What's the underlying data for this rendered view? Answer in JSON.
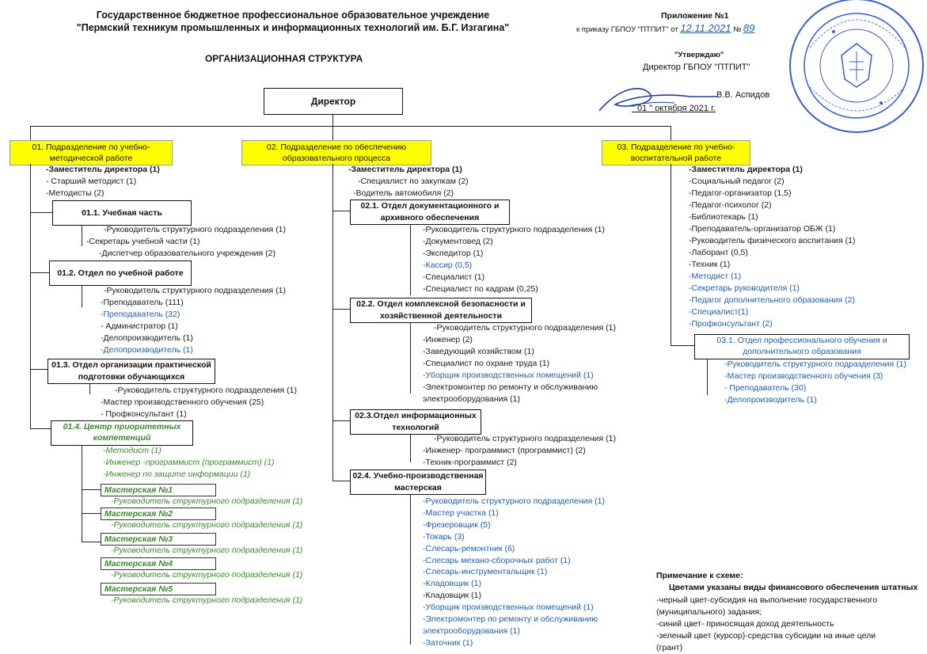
{
  "header": {
    "org_line1": "Государственное бюджетное профессиональное образовательное учреждение",
    "org_line2": "\"Пермский техникум промышленных и информационных технологий им. Б.Г. Изгагина\"",
    "title": "ОРГАНИЗАЦИОННАЯ СТРУКТУРА"
  },
  "annex": {
    "title": "Приложение №1",
    "order_prefix": "к приказу ГБПОУ \"ПТПИТ\" от",
    "order_date": "12.11.2021",
    "order_no_prefix": "№",
    "order_no": "89",
    "approve": "\"Утверждаю\"",
    "director_line": "Директор ГБПОУ \"ПТПИТ\"",
    "director_name": "В.В. Аспидов",
    "date_line": "\"     01     \" октября   2021 г."
  },
  "director": "Директор",
  "div1": {
    "title": "01. Подразделение по учебно-методической работе",
    "staff": [
      {
        "text": "-Заместитель директора (1)",
        "c": "black bold"
      },
      {
        "text": "- Старший методист (1)",
        "c": "black"
      },
      {
        "text": "-Методисты (2)",
        "c": "black"
      }
    ],
    "s11": {
      "title": "01.1. Учебная часть",
      "staff": [
        {
          "text": "-Руководитель структурного подразделения (1)",
          "c": "black"
        },
        {
          "text": "-Секретарь учебной части (1)",
          "c": "black"
        },
        {
          "text": "-Диспетчер образовательного учреждения (2)",
          "c": "black"
        }
      ]
    },
    "s12": {
      "title": "01.2. Отдел по учебной работе",
      "staff": [
        {
          "text": "-Руководитель структурного подразделения (1)",
          "c": "black"
        },
        {
          "text": "-Преподаватель (111)",
          "c": "black"
        },
        {
          "text": "-Преподаватель (32)",
          "c": "blue"
        },
        {
          "text": "- Администратор (1)",
          "c": "black"
        },
        {
          "text": "-Делопроизводитель (1)",
          "c": "black"
        },
        {
          "text": "-Делопроизводитель (1)",
          "c": "blue"
        }
      ]
    },
    "s13": {
      "title": "01.3. Отдел организации практической подготовки обучающихся",
      "staff": [
        {
          "text": "-Руководитель структурного подразделения (1)",
          "c": "black"
        },
        {
          "text": "-Мастер производственного обучения (25)",
          "c": "black"
        },
        {
          "text": "- Профконсультант (1)",
          "c": "black"
        }
      ]
    },
    "s14": {
      "title": "01.4. Центр приоритетных компетенций",
      "staff": [
        {
          "text": "-Методист (1)",
          "c": "green"
        },
        {
          "text": "-Инженер -программист (программист) (1)",
          "c": "green"
        },
        {
          "text": "-Инженер по защите информации (1)",
          "c": "green"
        }
      ],
      "workshops": [
        {
          "title": "Мастерская №1",
          "head": "-Руководитель структурного подразделения (1)"
        },
        {
          "title": "Мастерская №2",
          "head": "-Руководитель структурного подразделения (1)"
        },
        {
          "title": "Мастерская №3",
          "head": "-Руководитель структурного подразделения (1)"
        },
        {
          "title": "Мастерская №4",
          "head": "-Руководитель структурного подразделения (1)"
        },
        {
          "title": "Мастерская №5",
          "head": "-Руководитель структурного подразделения (1)"
        }
      ]
    }
  },
  "div2": {
    "title": "02. Подразделение по обеспечению образовательного процесса",
    "staff": [
      {
        "text": "-Заместитель директора (1)",
        "c": "black bold"
      },
      {
        "text": "-Специалист по закупкам (2)",
        "c": "black"
      },
      {
        "text": "-Водитель автомобиля (2)",
        "c": "black"
      }
    ],
    "s21": {
      "title": "02.1. Отдел документационного и архивного обеспечения",
      "staff": [
        {
          "text": "-Руководитель структурного подразделения (1)",
          "c": "black"
        },
        {
          "text": "-Документовед (2)",
          "c": "black"
        },
        {
          "text": "-Экспедитор (1)",
          "c": "black"
        },
        {
          "text": "-Кассир (0,5)",
          "c": "blue"
        },
        {
          "text": "-Специалист (1)",
          "c": "black"
        },
        {
          "text": "-Специалист по кадрам (0,25)",
          "c": "black"
        }
      ]
    },
    "s22": {
      "title": "02.2. Отдел комплексной безопасности и хозяйственной деятельности",
      "staff": [
        {
          "text": "-Руководитель структурного подразделения (1)",
          "c": "black"
        },
        {
          "text": "-Инженер (2)",
          "c": "black"
        },
        {
          "text": "-Заведующий хозяйством (1)",
          "c": "black"
        },
        {
          "text": "-Специалист по охране труда (1)",
          "c": "black"
        },
        {
          "text": "-Уборщик производственных помещений (1)",
          "c": "blue"
        },
        {
          "text": "-Электромонтер по ремонту и обслуживанию",
          "c": "black"
        },
        {
          "text": "электрооборудования (1)",
          "c": "black"
        }
      ]
    },
    "s23": {
      "title": "02.3.Отдел информационных технологий",
      "staff": [
        {
          "text": "-Руководитель структурного подразделения (1)",
          "c": "black"
        },
        {
          "text": "-Инженер- программист (программист) (2)",
          "c": "black"
        },
        {
          "text": "-Техник-программист (2)",
          "c": "black"
        }
      ]
    },
    "s24": {
      "title": "02.4. Учебно-производственная мастерская",
      "staff": [
        {
          "text": "-Руководитель структурного подразделения (1)",
          "c": "blue"
        },
        {
          "text": "-Мастер участка (1)",
          "c": "blue"
        },
        {
          "text": "-Фрезеровщик (5)",
          "c": "blue"
        },
        {
          "text": "-Токарь (3)",
          "c": "blue"
        },
        {
          "text": "-Слесарь-ремонтник (6)",
          "c": "blue"
        },
        {
          "text": "-Слесарь механо-сборочных работ (1)",
          "c": "blue"
        },
        {
          "text": "-Слесарь-инструментальщик (1)",
          "c": "blue"
        },
        {
          "text": "-Кладовщик (1)",
          "c": "blue"
        },
        {
          "text": "-Кладовщик (1)",
          "c": "black"
        },
        {
          "text": "-Уборщик производственных помещений (1)",
          "c": "blue"
        },
        {
          "text": "-Электромонтер по ремонту и обслуживанию",
          "c": "blue"
        },
        {
          "text": "электрооборудования (1)",
          "c": "blue"
        },
        {
          "text": "-Заточник (1)",
          "c": "blue"
        }
      ]
    }
  },
  "div3": {
    "title": "03. Подразделение по учебно-воспитательной работе",
    "staff": [
      {
        "text": "-Заместитель директора (1)",
        "c": "black bold"
      },
      {
        "text": "-Социальный педагог (2)",
        "c": "black"
      },
      {
        "text": "-Педагог-организатор (1,5)",
        "c": "black"
      },
      {
        "text": "-Педагог-психолог (2)",
        "c": "black"
      },
      {
        "text": "-Библиотекарь (1)",
        "c": "black"
      },
      {
        "text": "-Преподаватель-организатор ОБЖ (1)",
        "c": "black"
      },
      {
        "text": "-Руководитель физического воспитания (1)",
        "c": "black"
      },
      {
        "text": "-Лаборант (0,5)",
        "c": "black"
      },
      {
        "text": "-Техник (1)",
        "c": "black"
      },
      {
        "text": "-Методист (1)",
        "c": "blue"
      },
      {
        "text": " -Секретарь руководителя (1)",
        "c": "blue"
      },
      {
        "text": "-Педагог дополнительного образования (2)",
        "c": "blue"
      },
      {
        "text": "-Специалист(1)",
        "c": "blue"
      },
      {
        "text": "-Профконсультант (2)",
        "c": "blue"
      }
    ],
    "s31": {
      "title": "03.1. Отдел профессионального обучения и дополнительного образования",
      "staff": [
        {
          "text": "-Руководитель структурного подразделения (1)",
          "c": "blue"
        },
        {
          "text": "-Мастер производственного обучения (3)",
          "c": "blue"
        },
        {
          "text": "- Преподаватель (30)",
          "c": "blue"
        },
        {
          "text": "-Делопроизводитель (1)",
          "c": "blue"
        }
      ]
    }
  },
  "note": {
    "title": "Примечание к  схеме:",
    "subtitle": "Цветами указаны виды финансового обеспечения штатных",
    "lines": [
      "-черный цвет-субсидия на выполнение государственного",
      "(муниципального) задания;",
      "-синий цвет- приносящая доход деятельность",
      "-зеленый цвет (курсор)-средства субсидии на иные цели",
      "(грант)"
    ]
  },
  "colors": {
    "yellow": "#ffff00",
    "blue": "#1f5fae",
    "green": "#3a8a2e",
    "stamp": "#3b5fc9"
  }
}
